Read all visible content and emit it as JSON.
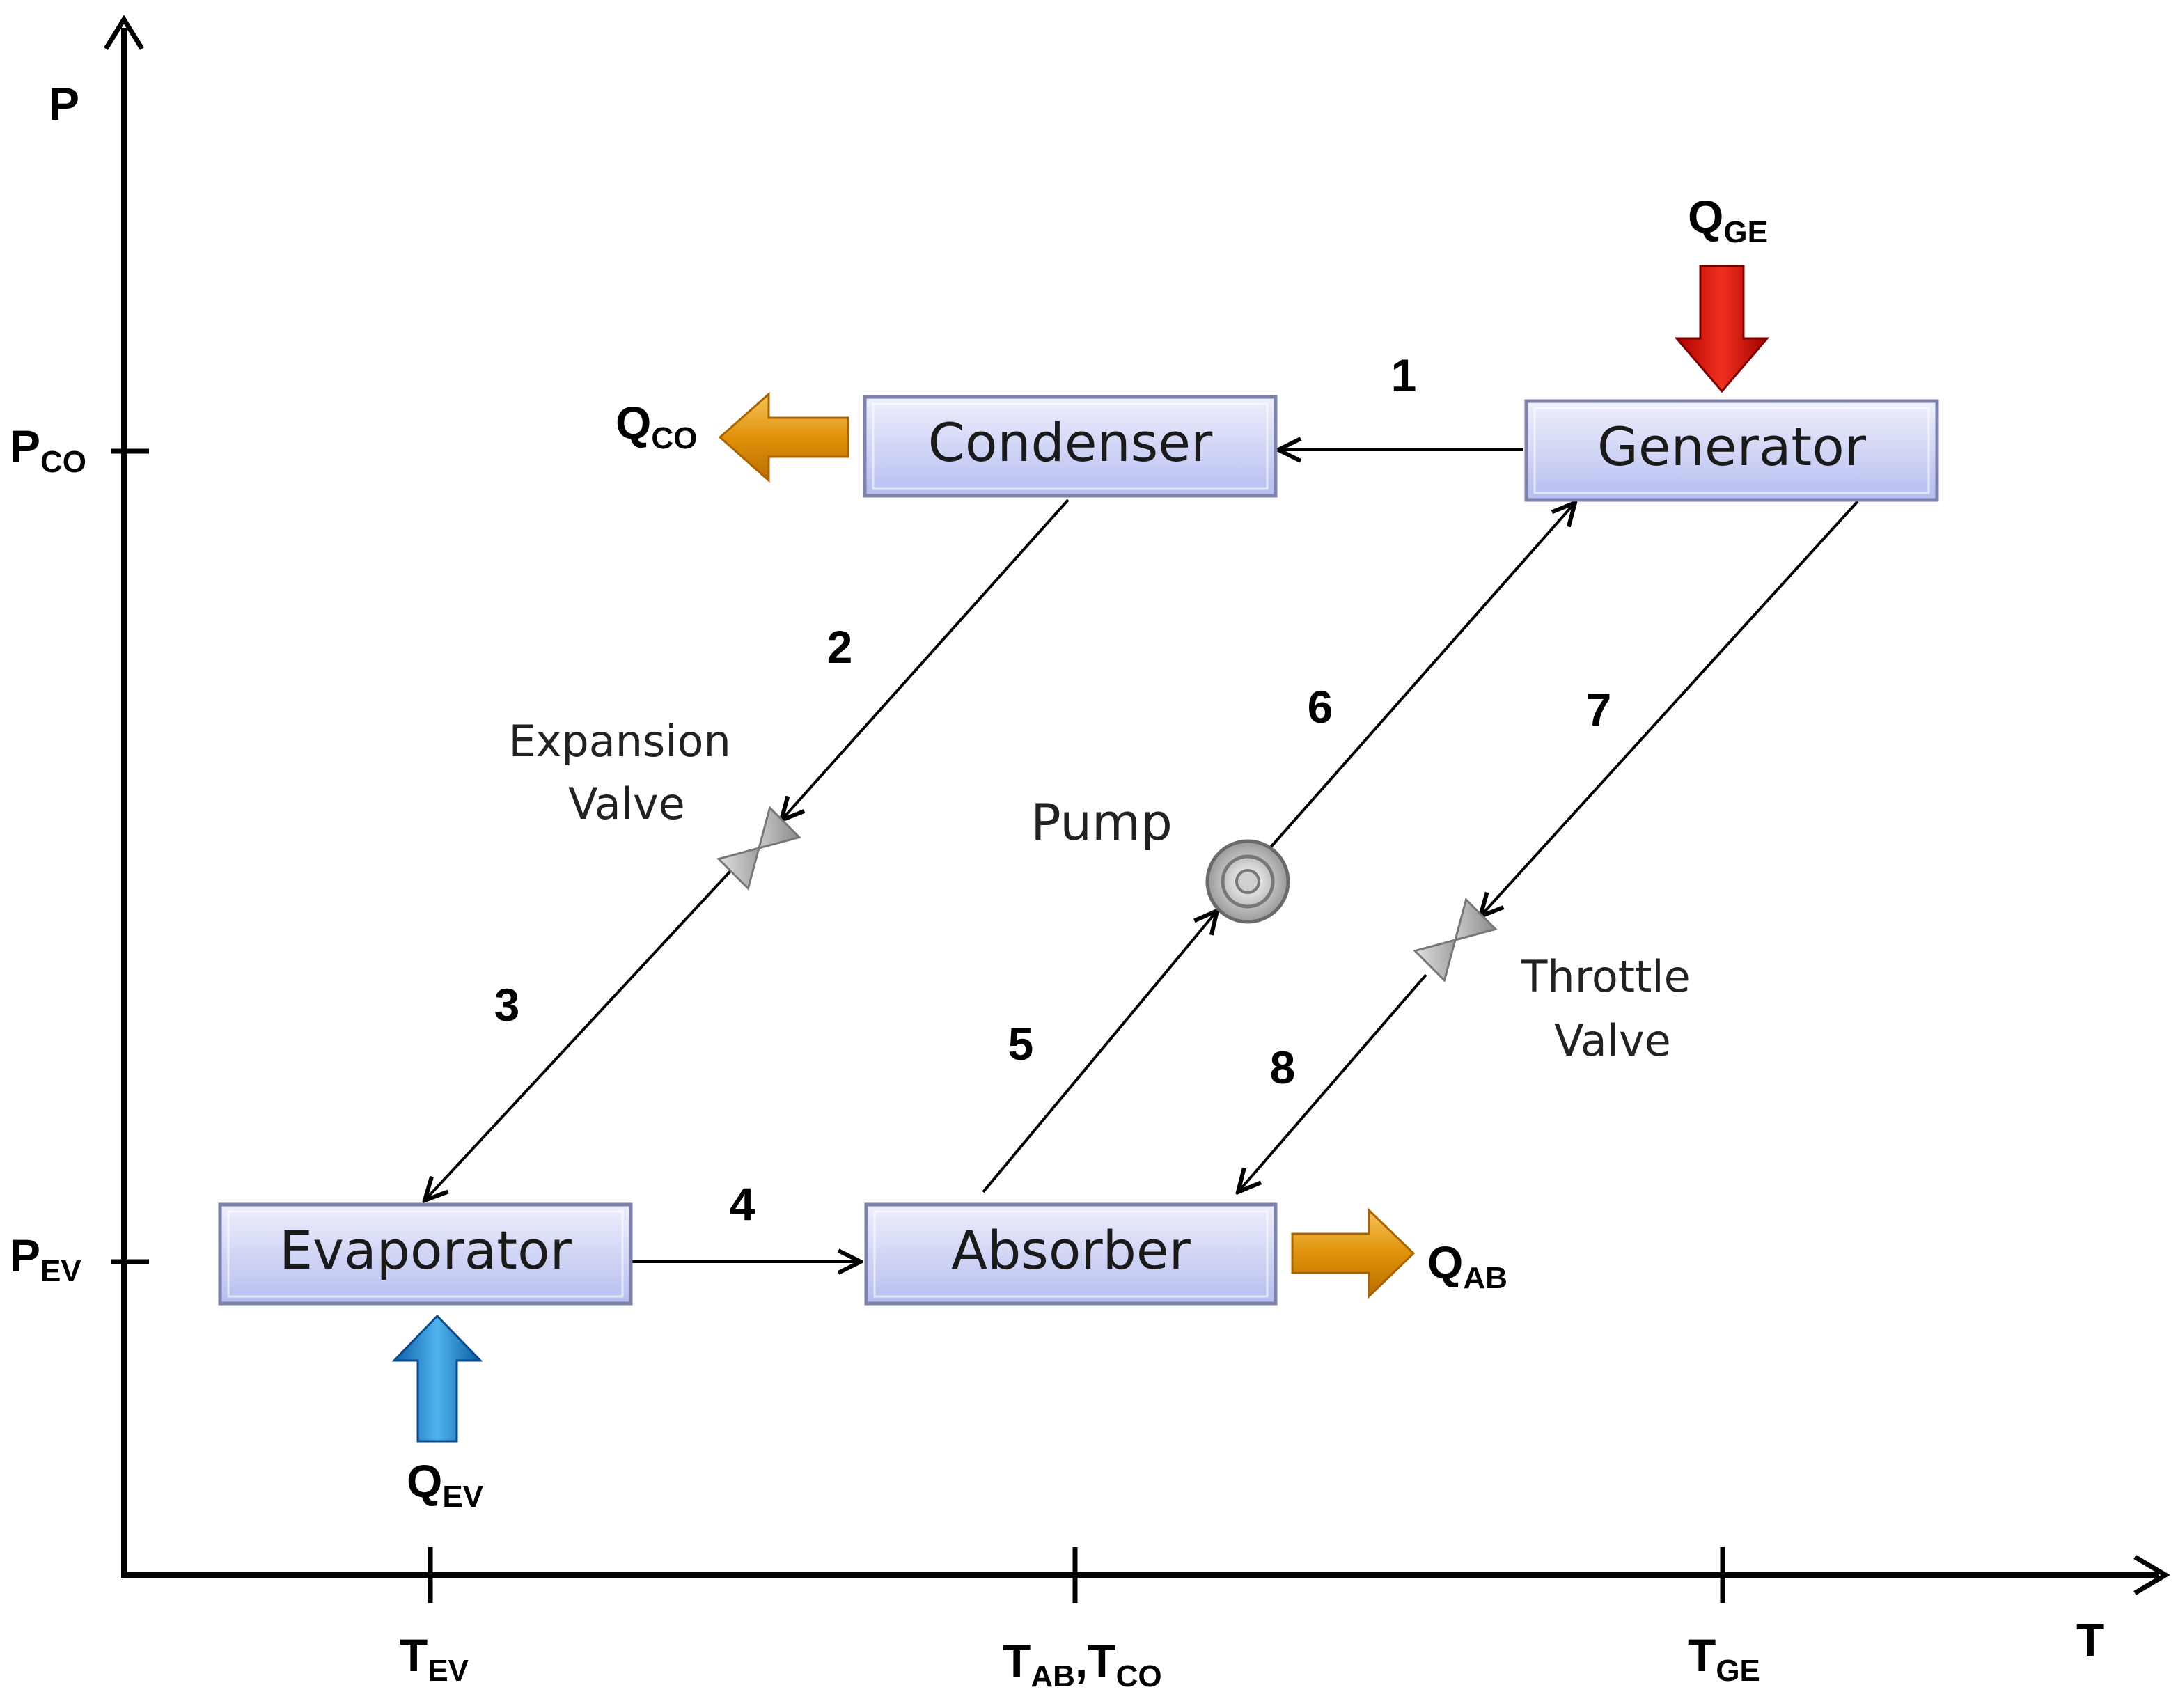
{
  "axes": {
    "y_axis_label": "P",
    "x_axis_label": "T",
    "y_ticks": [
      {
        "main": "P",
        "sub": "CO"
      },
      {
        "main": "P",
        "sub": "EV"
      }
    ],
    "x_ticks": [
      {
        "main": "T",
        "sub": "EV"
      },
      {
        "main": "T",
        "sub": "AB",
        "main2": "T",
        "sub2": "CO"
      },
      {
        "main": "T",
        "sub": "GE"
      }
    ]
  },
  "components": {
    "condenser": "Condenser",
    "generator": "Generator",
    "evaporator": "Evaporator",
    "absorber": "Absorber"
  },
  "devices": {
    "expansion_valve": [
      "Expansion",
      "Valve"
    ],
    "throttle_valve": [
      "Throttle",
      "Valve"
    ],
    "pump": "Pump"
  },
  "heat_flows": {
    "q_co": {
      "main": "Q",
      "sub": "CO",
      "color": "#e59a10"
    },
    "q_ge": {
      "main": "Q",
      "sub": "GE",
      "color": "#d41a10"
    },
    "q_ab": {
      "main": "Q",
      "sub": "AB",
      "color": "#e59a10"
    },
    "q_ev": {
      "main": "Q",
      "sub": "EV",
      "color": "#1e88d0"
    }
  },
  "stream_numbers": [
    "1",
    "2",
    "3",
    "4",
    "5",
    "6",
    "7",
    "8"
  ],
  "colors": {
    "box_fill_top": "#e8ebfb",
    "box_fill_bottom": "#b8bff0",
    "box_border": "#7a7fa8"
  }
}
